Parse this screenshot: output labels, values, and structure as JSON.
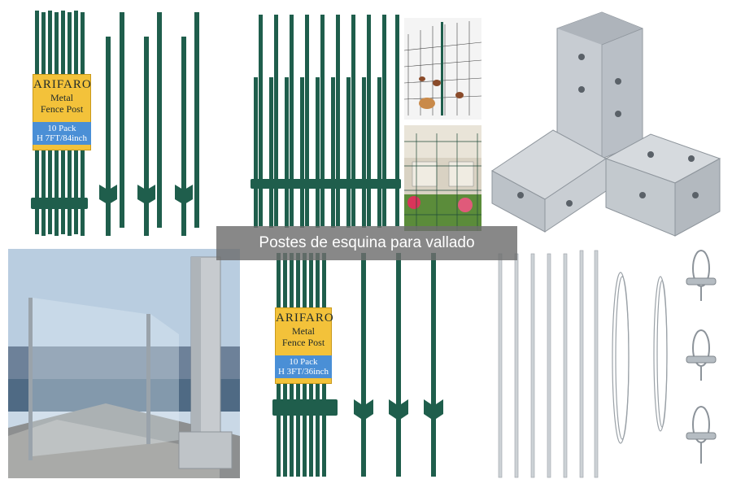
{
  "caption": "Postes de esquina para vallado",
  "product_label_tall": {
    "brand": "ARIFARO",
    "line1": "Metal",
    "line2": "Fence Post",
    "pack": "10 Pack",
    "size": "H 7FT/84inch"
  },
  "product_label_short": {
    "brand": "ARIFARO",
    "line1": "Metal",
    "line2": "Fence Post",
    "pack": "10 Pack",
    "size": "H 3FT/36inch"
  },
  "colors": {
    "post_green": "#1f5e4c",
    "label_yellow": "#f3c23a",
    "label_blue": "#4a8fd6",
    "galvanized": "#b9bfc6",
    "overlay": "#6e6e6e"
  }
}
